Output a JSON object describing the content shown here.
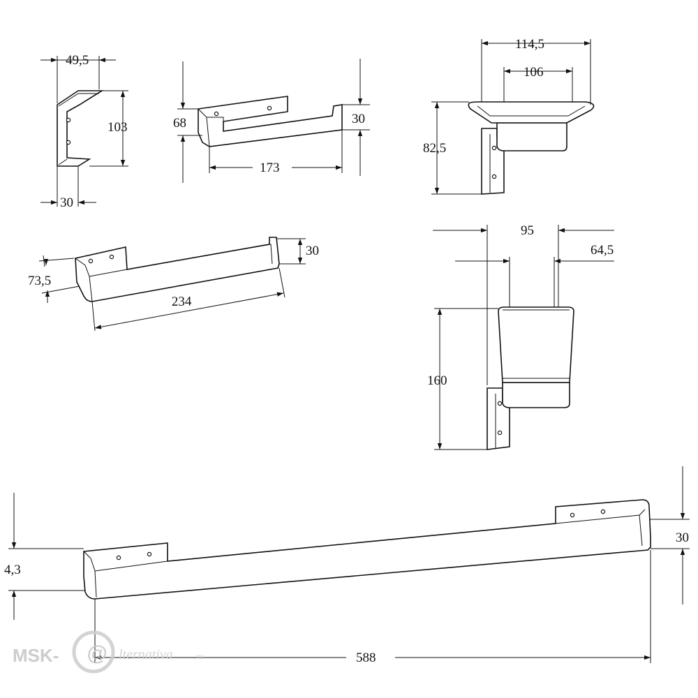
{
  "dimensions": {
    "hook_width": "49,5",
    "hook_height": "103",
    "hook_depth": "30",
    "paper_holder_height": "68",
    "paper_holder_width": "173",
    "paper_holder_depth": "30",
    "soap_dish_outer_width": "114,5",
    "soap_dish_inner_width": "106",
    "soap_dish_height": "82,5",
    "towel_ring_depth": "73,5",
    "towel_ring_length": "234",
    "towel_ring_height": "30",
    "tumbler_outer_width": "95",
    "tumbler_projection": "64,5",
    "tumbler_height": "160",
    "towel_bar_height": "4,3",
    "towel_bar_depth": "30",
    "towel_bar_length": "588"
  },
  "watermark": {
    "brand_left": "MSK-",
    "brand_right": "lternativa",
    "domain": ".ru"
  }
}
